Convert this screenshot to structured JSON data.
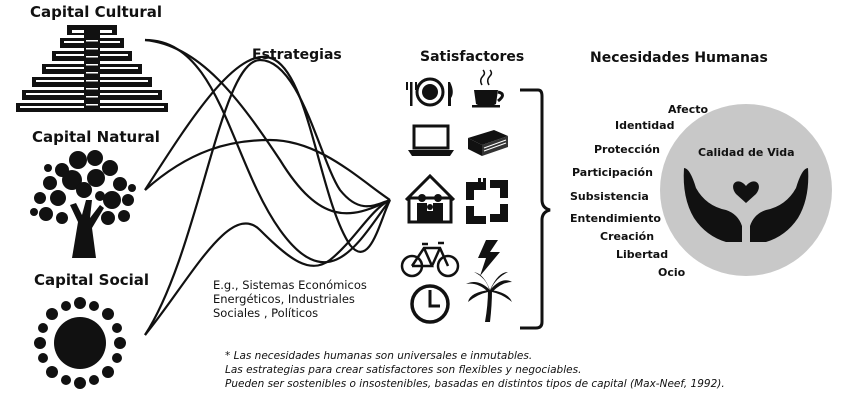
{
  "capitals": {
    "cultural": "Capital Cultural",
    "natural": "Capital Natural",
    "social": "Capital Social"
  },
  "headings": {
    "strategies": "Estrategias",
    "satisfiers": "Satisfactores",
    "needs": "Necesidades Humanas"
  },
  "examples": {
    "line1": "E.g., Sistemas Económicos",
    "line2": "Energéticos, Industriales",
    "line3": "Sociales , Políticos"
  },
  "needs": [
    "Afecto",
    "Identidad",
    "Protección",
    "Participación",
    "Subsistencia",
    "Entendimiento",
    "Creación",
    "Libertad",
    "Ocio"
  ],
  "quality_of_life": "Calidad de Vida",
  "notes": {
    "line1": "* Las necesidades humanas son universales e inmutables.",
    "line2": "Las estrategias para crear satisfactores son flexibles y negociables.",
    "line3": "Pueden ser sostenibles o insostenibles, basadas en distintos tipos de capital (Max-Neef, 1992)."
  },
  "icons": [
    "pyramid-icon",
    "tree-icon",
    "community-icon",
    "plate-cutlery-icon",
    "coffee-cup-icon",
    "laptop-icon",
    "book-icon",
    "family-house-icon",
    "hands-circle-icon",
    "bicycle-icon",
    "lightning-icon",
    "clock-icon",
    "palm-tree-icon",
    "cupped-hands-heart-icon"
  ],
  "colors": {
    "circle": "#c8c8c8",
    "ink": "#111111"
  }
}
